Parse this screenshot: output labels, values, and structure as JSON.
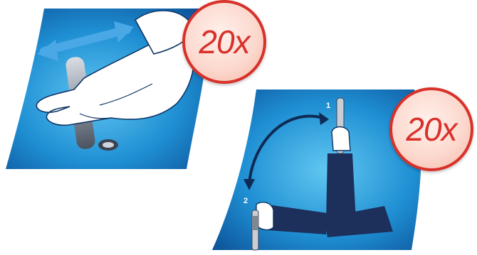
{
  "roll_step": {
    "repetitions": "20x"
  },
  "flip_step": {
    "repetitions": "20x",
    "position_1": "1",
    "position_2": "2"
  },
  "colors": {
    "panel_blue": "#1e7fc4",
    "arm_navy": "#1d2f5b",
    "badge_red": "#d8312a",
    "badge_fill": "#fcd9cf"
  },
  "icons": [
    "double-arrow-icon",
    "curved-arrow-icon"
  ]
}
